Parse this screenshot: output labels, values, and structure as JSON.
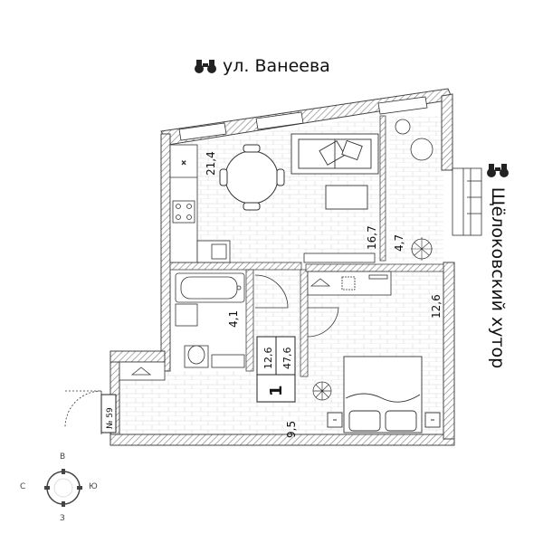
{
  "streets": {
    "top": "ул. Ванеева",
    "right": "Щёлоковский хутор"
  },
  "icons": {
    "street_top": "binoculars-icon",
    "street_right": "binoculars-icon",
    "compass": "compass-rose-icon"
  },
  "compass": {
    "north": "В",
    "west": "С",
    "east": "Ю",
    "south": "З"
  },
  "areas": {
    "kitchen": "21,4",
    "living": "16,7",
    "balcony": "4,7",
    "bathroom": "4,1",
    "bedroom": "12,6",
    "hall": "9,5",
    "living_total": "12,6",
    "total": "47,6",
    "rooms": "1"
  },
  "apartment_number": "№ 59",
  "colors": {
    "wall": "#555555",
    "hatch": "#9a9a9a",
    "line": "#333333"
  }
}
